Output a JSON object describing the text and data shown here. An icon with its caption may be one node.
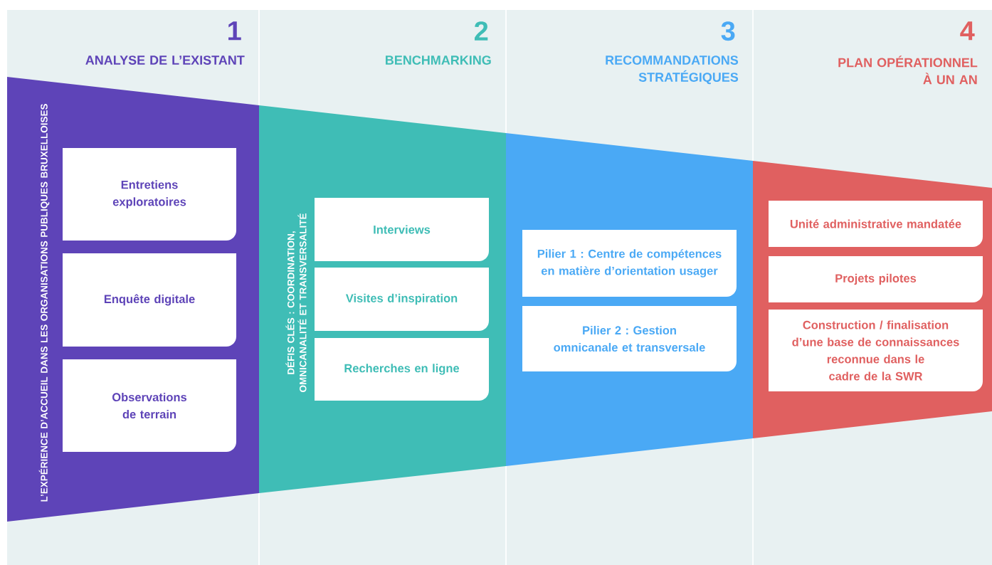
{
  "diagram": {
    "nodes": [
      {
        "text": [
          "1",
          "ANALYSE DE L’EXISTANT",
          "L’EXPÉRIENCE D’ACCUEIL DANS LES ORGANISATIONS PUBLIQUES BRUXELLOISES"
        ]
      },
      {
        "text": [
          "Entretiens exploratoires"
        ],
        "in": 0
      },
      {
        "text": [
          "Enquête digitale"
        ],
        "in": 0
      },
      {
        "text": [
          "Observations de terrain"
        ],
        "in": 0
      },
      {
        "text": [
          "2",
          "BENCHMARKING",
          "DÉFIS CLÉS : COORDINATION, OMNICANALITÉ ET TRANSVERSALITÉ"
        ]
      },
      {
        "text": [
          "Interviews"
        ],
        "in": 4
      },
      {
        "text": [
          "Visites d’inspiration"
        ],
        "in": 4
      },
      {
        "text": [
          "Recherches en ligne"
        ],
        "in": 4
      },
      {
        "text": [
          "3",
          "RECOMMANDATIONS STRATÉGIQUES"
        ]
      },
      {
        "text": [
          "Pilier 1 : Centre de compétences en matière d’orientation usager"
        ],
        "in": 8
      },
      {
        "text": [
          "Pilier 2 : Gestion omnicanale et transversale"
        ],
        "in": 8
      },
      {
        "text": [
          "4",
          "PLAN OPÉRATIONNEL À UN AN"
        ]
      },
      {
        "text": [
          "Unité administrative mandatée"
        ],
        "in": 11
      },
      {
        "text": [
          "Projets pilotes"
        ],
        "in": 11
      },
      {
        "text": [
          "Construction / finalisation d’une base de connaissances reconnue dans le cadre de la SWR"
        ],
        "in": 11
      }
    ],
    "edges": []
  }
}
